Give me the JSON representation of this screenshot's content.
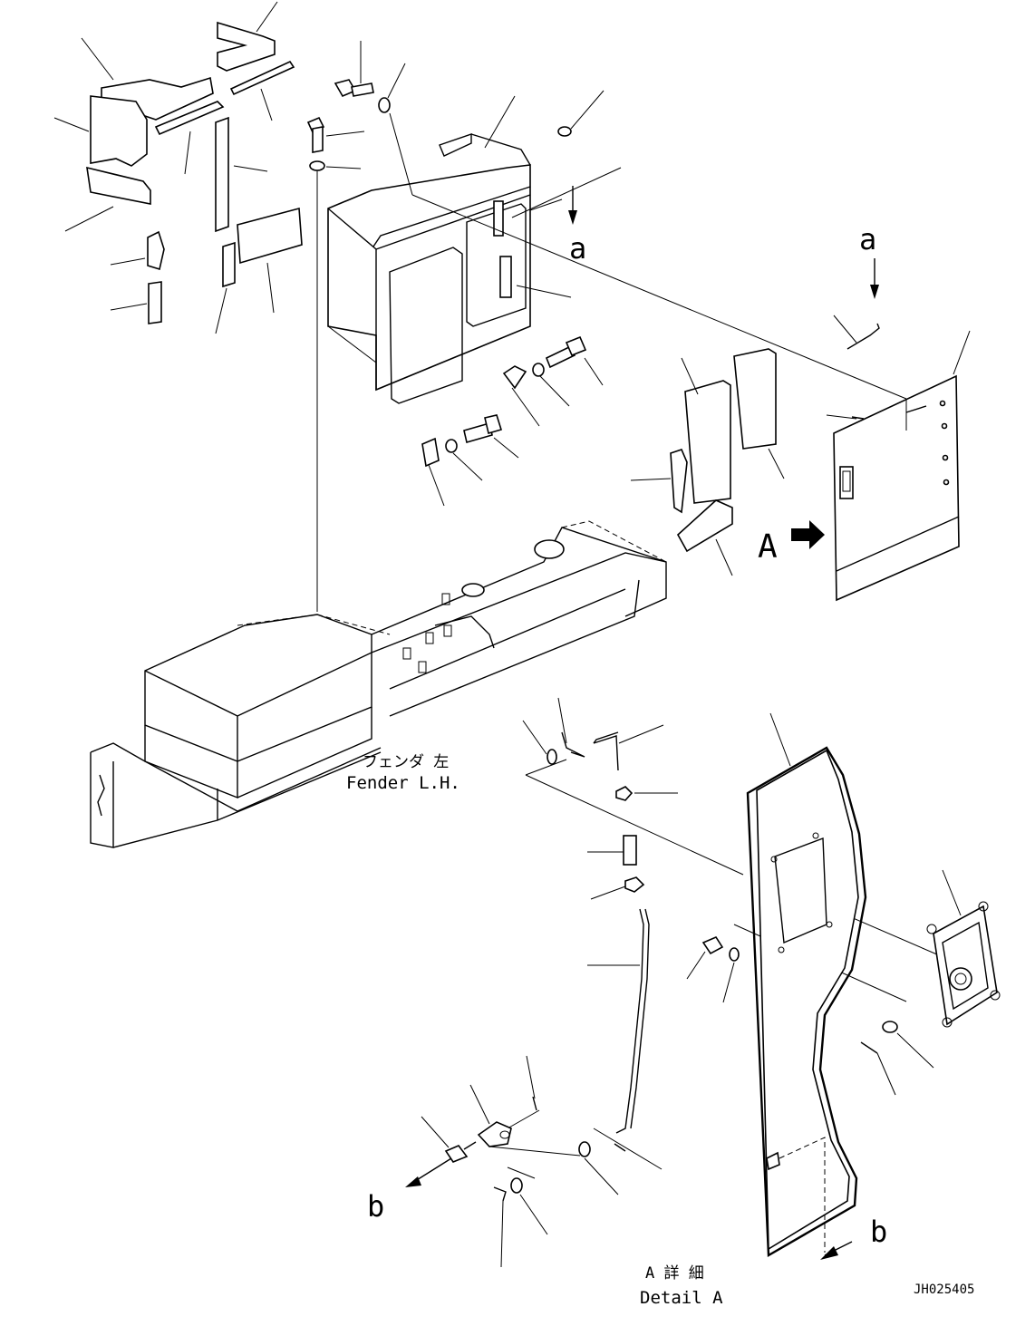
{
  "labels": {
    "fender_jp": "フェンダ 左",
    "fender_en": "Fender L.H.",
    "detail_jp": "A 詳 細",
    "detail_en": "Detail A",
    "view_A": "A",
    "ref_a_top": "a",
    "ref_a_right": "a",
    "ref_b_left": "b",
    "ref_b_right": "b",
    "drawing_no": "JH025405"
  },
  "colors": {
    "ink": "#000000",
    "paper": "#ffffff"
  }
}
